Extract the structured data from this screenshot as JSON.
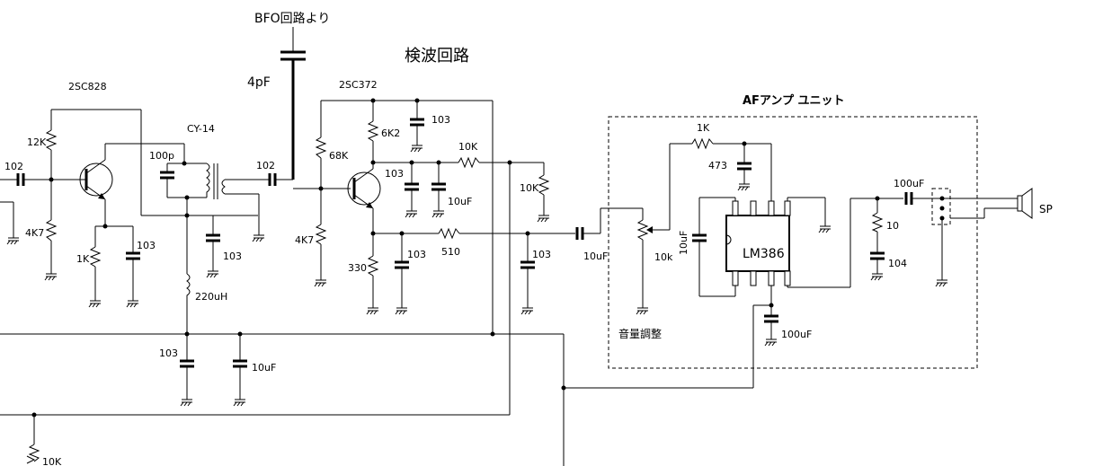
{
  "labels": {
    "bfo": "BFO回路より",
    "cap_4pf": "4pF",
    "detector_title": "検波回路",
    "q1": "2SC828",
    "q2": "2SC372",
    "ifcoil": "CY-14",
    "af_unit": "AFアンプ ユニット",
    "r12k": "12K",
    "c102a": "102",
    "r4k7a": "4K7",
    "r1k": "1K",
    "c103a": "103",
    "c100p": "100p",
    "c102b": "102",
    "c103b": "103",
    "l220": "220uH",
    "c103c": "103",
    "c10ua": "10uF",
    "r68k": "68K",
    "r4k7b": "4K7",
    "r6k2": "6K2",
    "c103d": "103",
    "c103e": "103",
    "r10k": "10K",
    "c10ub": "10uF",
    "r10k2": "10K",
    "r330": "330",
    "c103f": "103",
    "r510": "510",
    "c103g": "103",
    "c10uc": "10uF",
    "vr10k": "10k",
    "vol": "音量調整",
    "r1k2": "1K",
    "c473": "473",
    "c10ud": "10uF",
    "ic": "LM386",
    "c100ua": "100uF",
    "r10": "10",
    "c104": "104",
    "c100ub": "100uF",
    "sp": "SP",
    "r10k3": "10K"
  }
}
